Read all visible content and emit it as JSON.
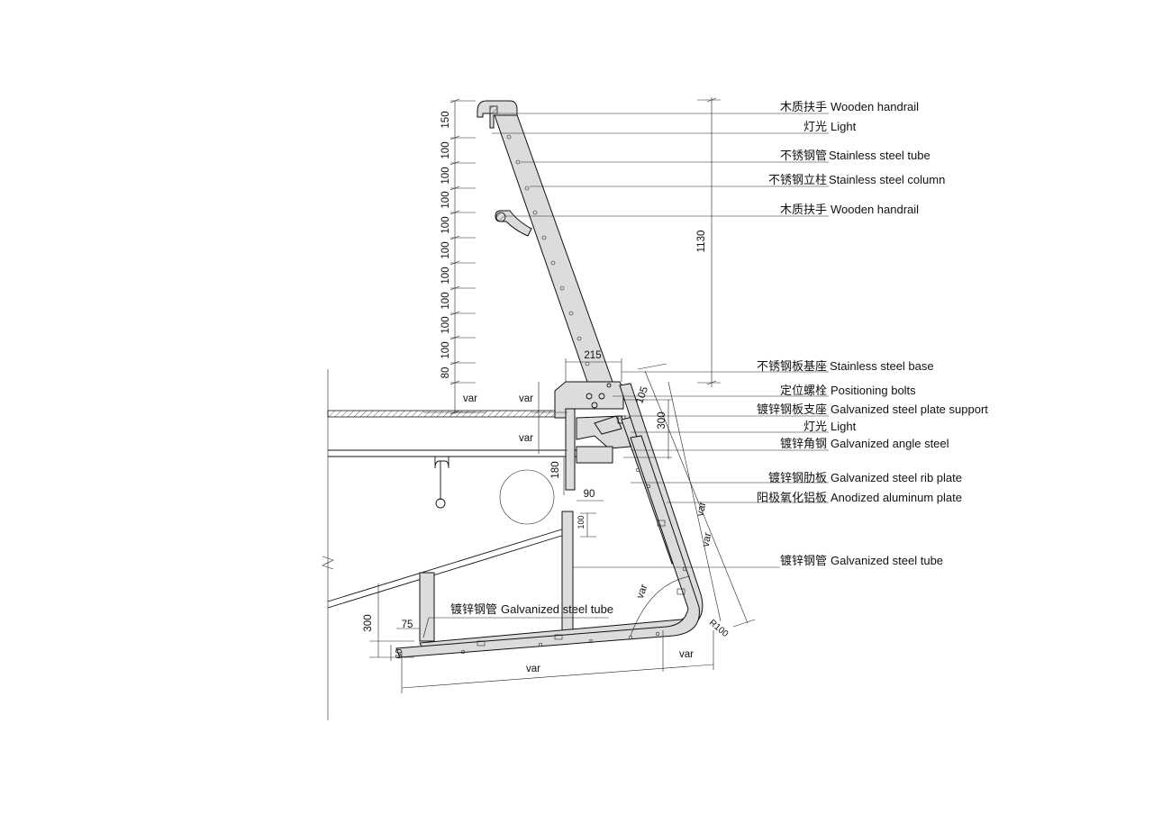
{
  "callouts": [
    {
      "zh": "木质扶手",
      "en": "Wooden handrail"
    },
    {
      "zh": "灯光",
      "en": "Light"
    },
    {
      "zh": "不锈钢管",
      "en": "Stainless steel tube"
    },
    {
      "zh": "不锈钢立柱",
      "en": "Stainless steel column"
    },
    {
      "zh": "木质扶手",
      "en": "Wooden handrail"
    },
    {
      "zh": "不锈钢板基座",
      "en": "Stainless steel base"
    },
    {
      "zh": "定位螺栓",
      "en": "Positioning bolts"
    },
    {
      "zh": "镀锌钢板支座",
      "en": "Galvanized steel plate support"
    },
    {
      "zh": "灯光",
      "en": "Light"
    },
    {
      "zh": "镀锌角钢",
      "en": "Galvanized angle steel"
    },
    {
      "zh": "镀锌钢肋板",
      "en": "Galvanized steel rib plate"
    },
    {
      "zh": "阳极氧化铝板",
      "en": "Anodized aluminum plate"
    },
    {
      "zh": "镀锌钢管",
      "en": "Galvanized steel tube"
    },
    {
      "zh": "镀锌钢管",
      "en": "Galvanized steel tube"
    }
  ],
  "dimensions": {
    "left_stack": [
      "150",
      "100",
      "100",
      "100",
      "100",
      "100",
      "100",
      "100",
      "100",
      "100",
      "80"
    ],
    "left_var": [
      "var",
      "var",
      "var"
    ],
    "overall_height": "1130",
    "base_width": "215",
    "base_depth": "105",
    "support_height": "300",
    "offset_180": "180",
    "offset_90": "90",
    "offset_100": "100",
    "bottom_300": "300",
    "bottom_75": "75",
    "bottom_60": "60",
    "bottom_var_left": "var",
    "bottom_var_right": "var",
    "slope_var_1": "var",
    "slope_var_2": "var",
    "angle_var": "var",
    "radius": "R100"
  }
}
